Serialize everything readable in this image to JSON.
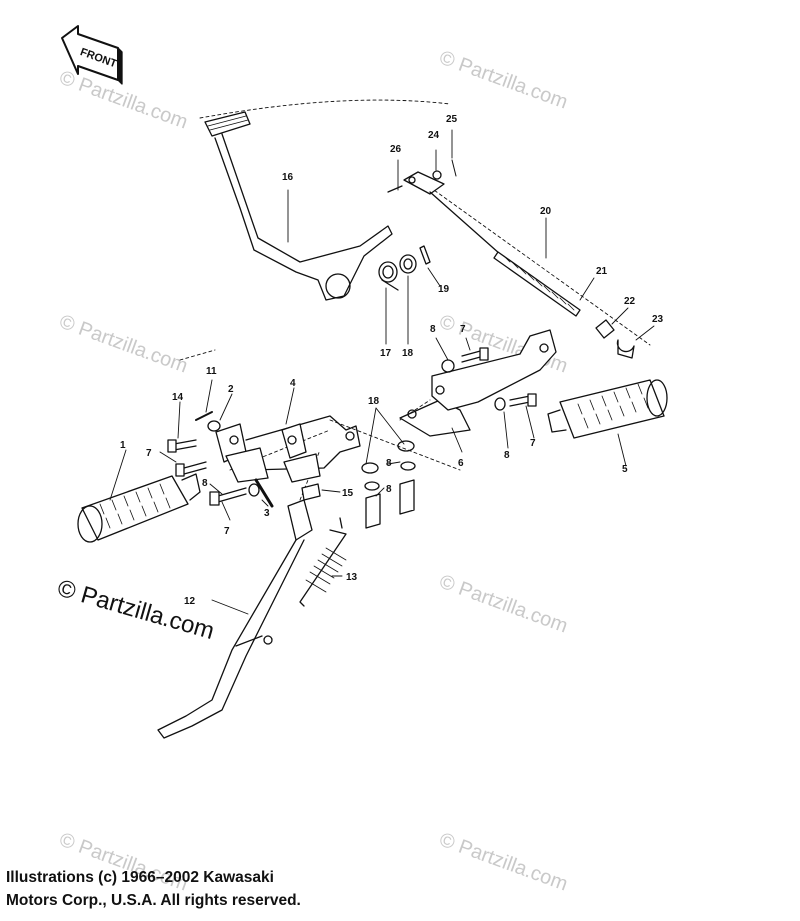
{
  "badge": {
    "front_label": "FRONT"
  },
  "watermarks": {
    "small": "© Partzilla.com",
    "large": "© Partzilla.com"
  },
  "callouts": {
    "c1": "1",
    "c2": "2",
    "c3": "3",
    "c4": "4",
    "c5": "5",
    "c6": "6",
    "c7a": "7",
    "c7b": "7",
    "c7c": "7",
    "c7d": "7",
    "c8a": "8",
    "c8b": "8",
    "c8c": "8",
    "c8d": "8",
    "c8e": "8",
    "c11": "11",
    "c12": "12",
    "c13": "13",
    "c14": "14",
    "c15": "15",
    "c16": "16",
    "c17": "17",
    "c18a": "18",
    "c18b": "18",
    "c19": "19",
    "c20": "20",
    "c21": "21",
    "c22": "22",
    "c23": "23",
    "c24": "24",
    "c25": "25",
    "c26": "26"
  },
  "credit": {
    "line1": "Illustrations (c) 1966–2002 Kawasaki",
    "line2": "Motors Corp., U.S.A.  All rights reserved."
  }
}
